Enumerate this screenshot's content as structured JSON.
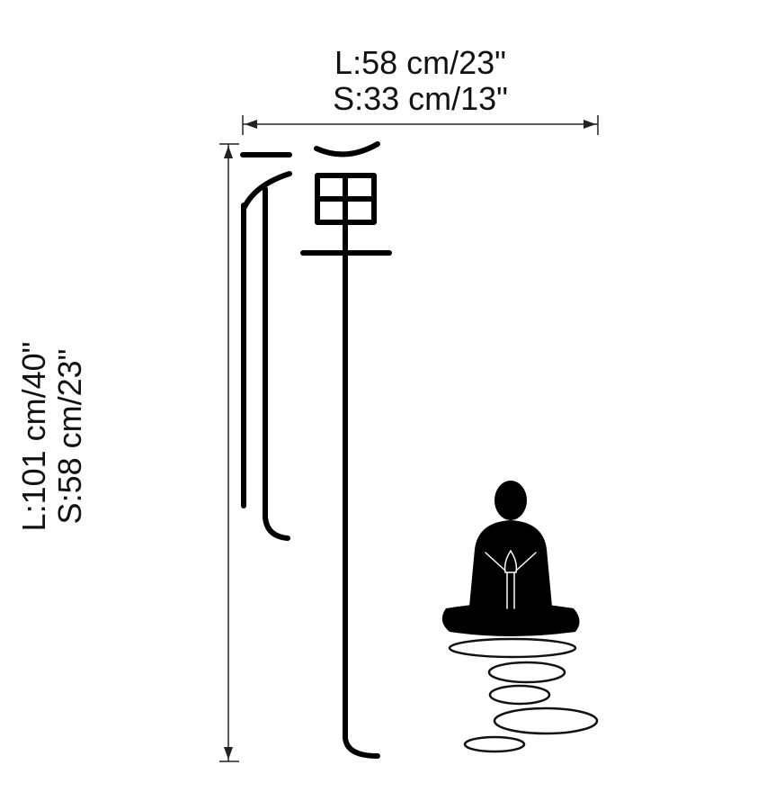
{
  "dimensions": {
    "width": {
      "large": "L:58 cm/23\"",
      "small": "S:33 cm/13\""
    },
    "height": {
      "large": "L:101 cm/40\"",
      "small": "S:58 cm/23\""
    }
  },
  "colors": {
    "ink": "#000000",
    "line": "#222222",
    "background": "#ffffff"
  },
  "graphic": {
    "character": "禪",
    "figure": "meditating-person-on-stones"
  }
}
